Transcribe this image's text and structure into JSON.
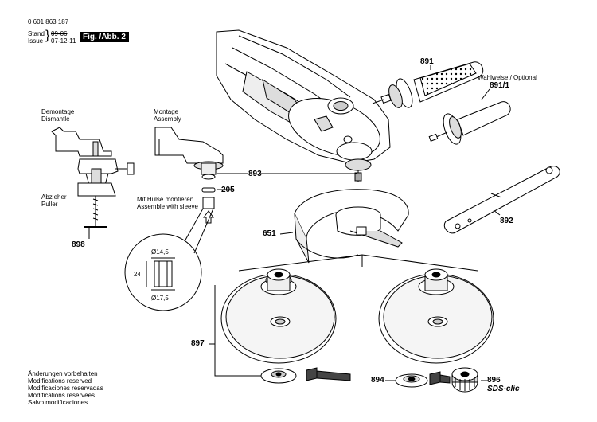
{
  "header": {
    "part_number": "0 601 863 187",
    "stand_label": "Stand",
    "issue_label": "Issue",
    "stand_date_struck": "09-06",
    "issue_date": "07-12-11",
    "fig_label": "Fig. /Abb. 2"
  },
  "left_section": {
    "demontage": "Demontage",
    "dismantle": "Dismantle",
    "montage": "Montage",
    "assembly": "Assembly",
    "abzieher": "Abzieher",
    "puller": "Puller",
    "sleeve_note_de": "Mit Hülse montieren",
    "sleeve_note_en": "Assemble with sleeve",
    "dim_top": "Ø14,5",
    "dim_side": "24",
    "dim_bottom": "Ø17,5"
  },
  "optional": {
    "label": "Wahlweise / Optional"
  },
  "part_numbers": {
    "p891": "891",
    "p891_1": "891/1",
    "p893": "893",
    "p205": "205",
    "p898": "898",
    "p651": "651",
    "p892": "892",
    "p897": "897",
    "p894": "894",
    "p896": "896",
    "sds_clic": "SDS-clic"
  },
  "footer_notes": [
    "Änderungen vorbehalten",
    "Modifications reserved",
    "Modificaciones reservadas",
    "Modifications reservees",
    "Salvo modificaciones"
  ],
  "colors": {
    "line": "#000000",
    "shade": "#cfcfcf",
    "dark_shade": "#5a5a5a",
    "paper": "#ffffff"
  }
}
